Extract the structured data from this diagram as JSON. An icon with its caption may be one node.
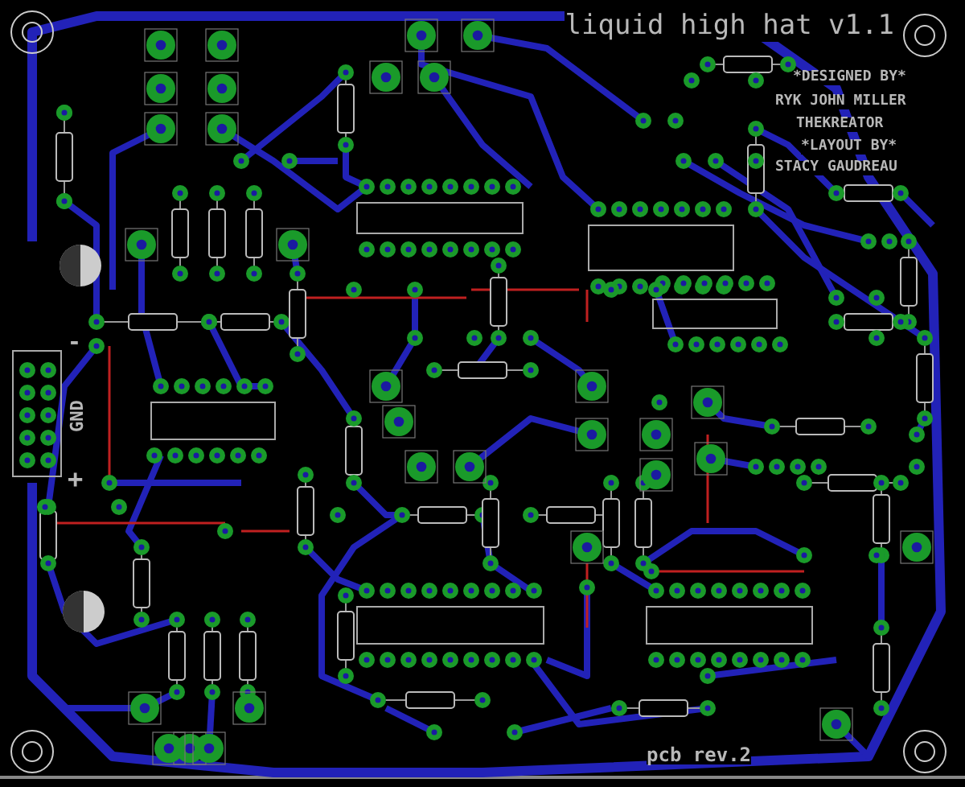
{
  "diagram": {
    "title": "liquid high hat v1.1",
    "labels": [
      "*DESIGNED BY*",
      "RYK JOHN MILLER",
      "THEKREATOR",
      "*LAYOUT BY*",
      "STACY GAUDREAU",
      "-",
      "GND",
      "+",
      "pcb rev.2"
    ]
  }
}
